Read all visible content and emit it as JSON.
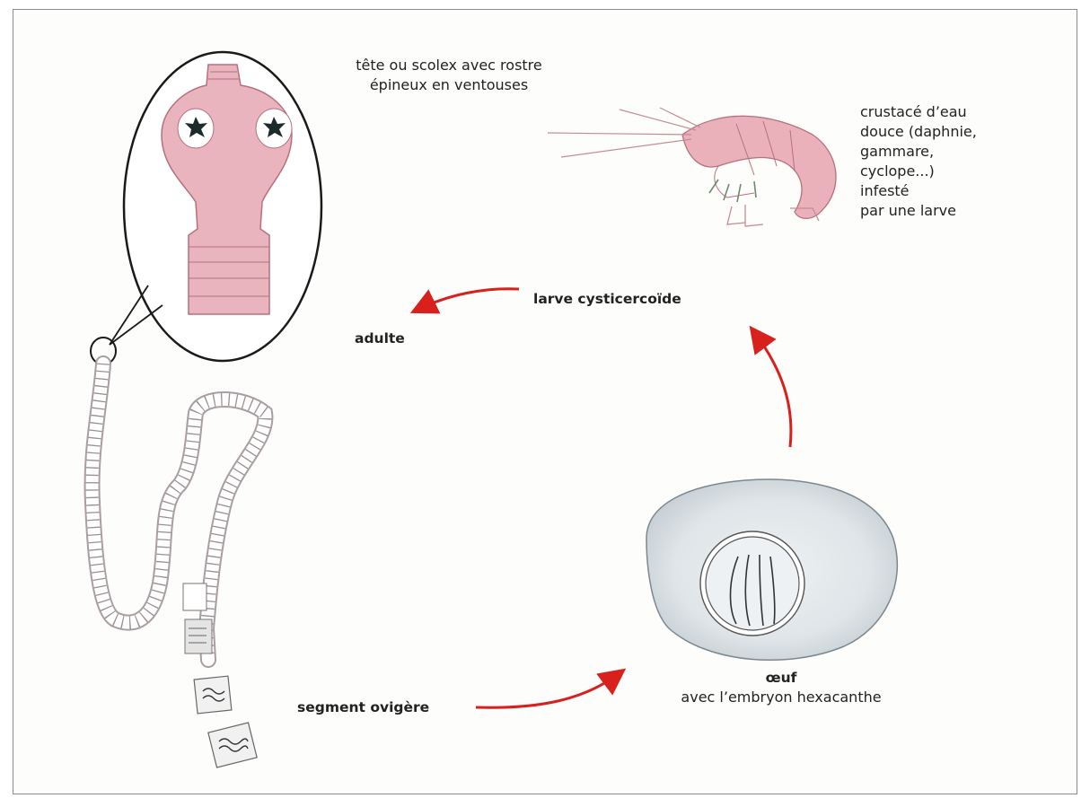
{
  "labels": {
    "scolex": [
      "tête ou scolex avec rostre",
      "épineux en ventouses"
    ],
    "crustacean": [
      "crustacé d’eau",
      "douce (daphnie,",
      "gammare,",
      "cyclope...)",
      "infesté",
      "par une larve"
    ],
    "larva": "larve cysticercoïde",
    "adult": "adulte",
    "egg_title": "œuf",
    "egg_subtitle": "avec l’embryon hexacanthe",
    "segment": "segment ovigère"
  },
  "colors": {
    "arrow": "#d8201c",
    "worm_pink": "#e7a9b4",
    "worm_outline": "#b66f7e",
    "egg_fill": "#dde3e6",
    "text": "#222222",
    "frame": "#8a8a8a"
  },
  "icons": [
    "tapeworm-scolex-icon",
    "shrimp-crustacean-icon",
    "tapeworm-body-icon",
    "egg-embryo-icon",
    "ovigerous-segment-icon"
  ]
}
